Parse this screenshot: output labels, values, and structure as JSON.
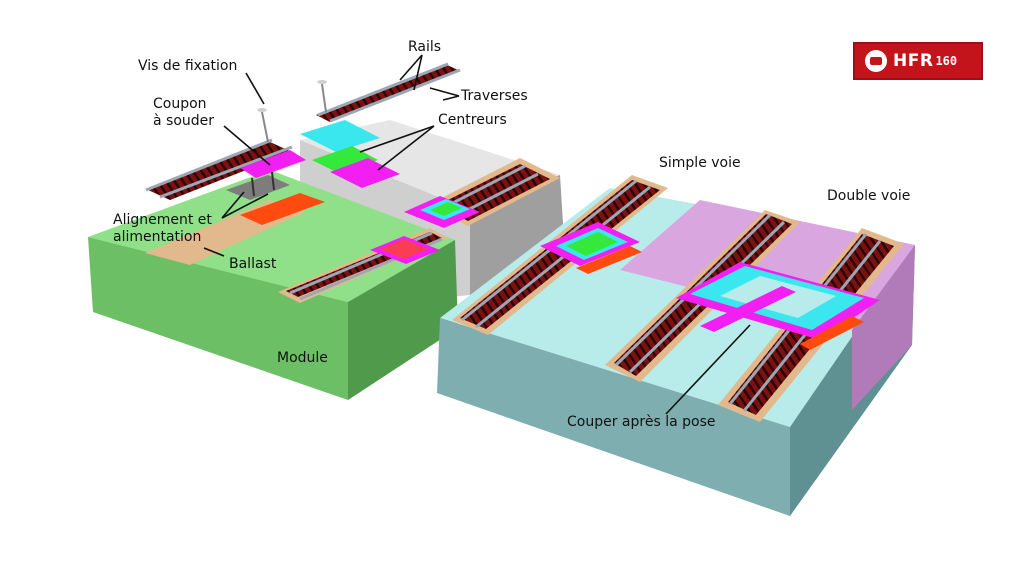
{
  "labels": {
    "rails": "Rails",
    "vis": "Vis de fixation",
    "traverses": "Traverses",
    "coupon_l1": "Coupon",
    "coupon_l2": "à souder",
    "centreurs": "Centreurs",
    "simple_voie": "Simple voie",
    "double_voie": "Double voie",
    "alignement_l1": "Alignement et",
    "alignement_l2": "alimentation",
    "ballast": "Ballast",
    "module": "Module",
    "couper": "Couper après la pose"
  },
  "logo": {
    "main": "HFR",
    "sub": "160",
    "icon": "train-icon",
    "color": "#c3141b"
  },
  "colors": {
    "module_green": "#8fe088",
    "simple_top": "#d9a6e0",
    "double_top": "#b8ecea",
    "sleeper": "#6b0f0f",
    "rail": "#9aa7b5",
    "cork": "#e2b98c",
    "magenta": "#f21ff2",
    "cyan": "#3be7ee",
    "green": "#35e83c",
    "orange": "#ff4a10"
  }
}
